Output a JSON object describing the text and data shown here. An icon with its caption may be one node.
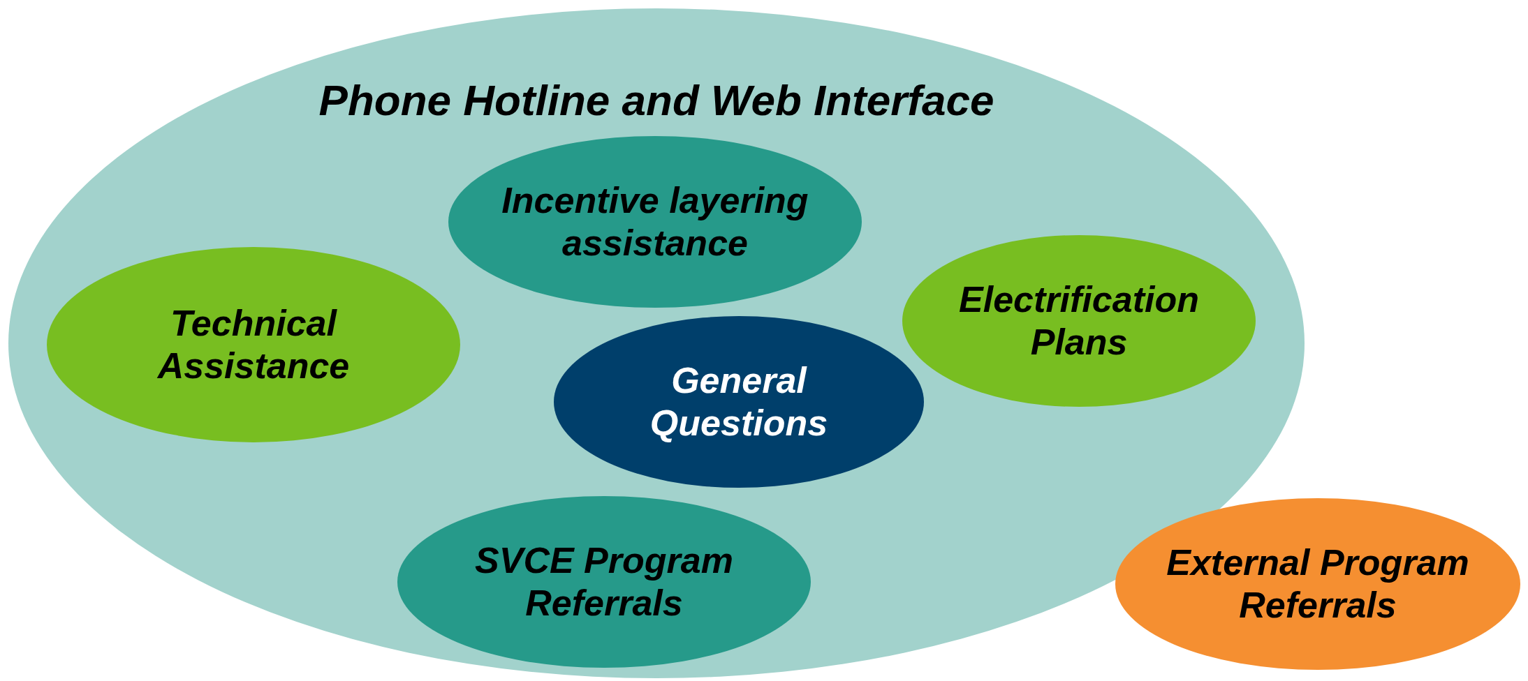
{
  "diagram": {
    "nodes": [
      {
        "text": [
          "Phone Hotline and Web Interface"
        ]
      },
      {
        "text": [
          "Incentive layering assistance"
        ],
        "in": 0
      },
      {
        "text": [
          "Technical Assistance"
        ],
        "in": 0
      },
      {
        "text": [
          "Electrification Plans"
        ],
        "in": 0
      },
      {
        "text": [
          "General Questions"
        ],
        "in": 0
      },
      {
        "text": [
          "SVCE Program Referrals"
        ],
        "in": 0
      },
      {
        "text": [
          "External Program Referrals"
        ]
      }
    ]
  }
}
